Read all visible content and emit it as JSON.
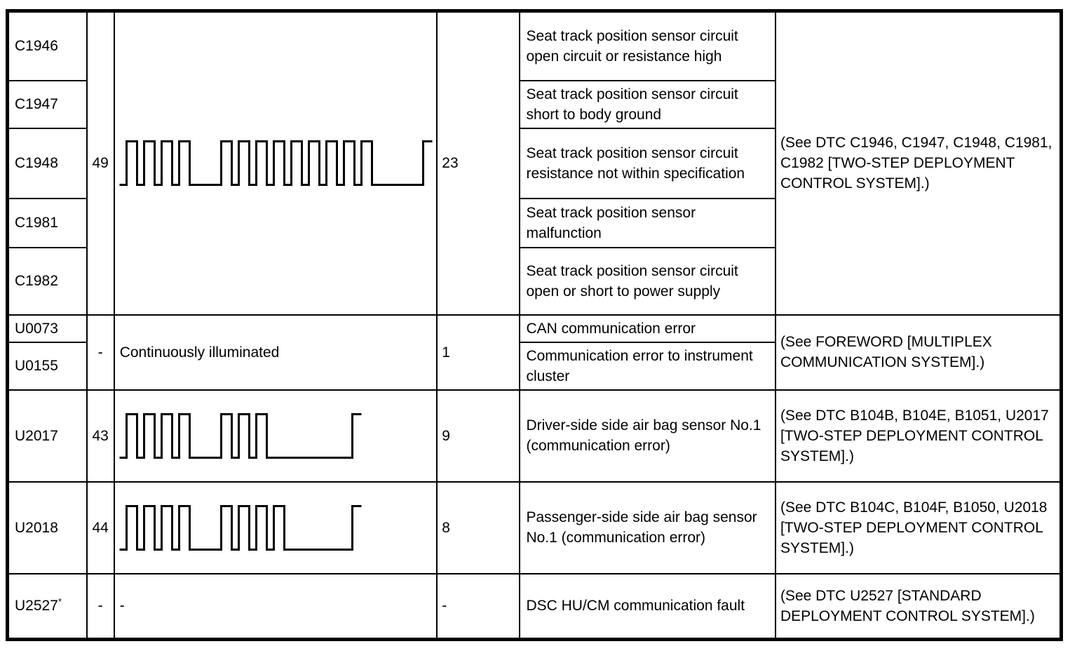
{
  "document": {
    "kind": "service-manual-dtc-table",
    "line_color": "#000000",
    "background_color": "#ffffff"
  },
  "table": {
    "column_semantics": [
      "dtc-code",
      "flash-code-number",
      "warning-light-flash-pattern",
      "beep-count",
      "malfunction-description",
      "reference"
    ],
    "groups": [
      {
        "flash_code": "49",
        "pattern": {
          "kind": "waveform",
          "pulse_groups": [
            4,
            9
          ],
          "tail": 73
        },
        "count": "23",
        "reference": "(See DTC C1946, C1947, C1948, C1981, C1982 [TWO-STEP DEPLOYMENT CONTROL SYSTEM].)",
        "rows": [
          {
            "code": "C1946",
            "description": "Seat track position sensor circuit open circuit or resistance high"
          },
          {
            "code": "C1947",
            "description": "Seat track position sensor circuit short to body ground"
          },
          {
            "code": "C1948",
            "description": "Seat track position sensor circuit resistance not within specification"
          },
          {
            "code": "C1981",
            "description": "Seat track position sensor malfunction"
          },
          {
            "code": "C1982",
            "description": "Seat track position sensor circuit open or short to power supply"
          }
        ]
      },
      {
        "flash_code": "-",
        "pattern": {
          "kind": "text",
          "label": "Continuously illuminated"
        },
        "count": "1",
        "reference": "(See FOREWORD [MULTIPLEX COMMUNICATION SYSTEM].)",
        "rows": [
          {
            "code": "U0073",
            "description": "CAN communication error"
          },
          {
            "code": "U0155",
            "description": "Communication error to instrument cluster"
          }
        ]
      },
      {
        "flash_code": "43",
        "pattern": {
          "kind": "waveform",
          "pulse_groups": [
            4,
            3
          ],
          "tail": 122
        },
        "count": "9",
        "reference": "(See DTC B104B, B104E, B1051, U2017 [TWO-STEP DEPLOYMENT CONTROL SYSTEM].)",
        "rows": [
          {
            "code": "U2017",
            "description": "Driver-side side air bag sensor No.1 (communication error)"
          }
        ]
      },
      {
        "flash_code": "44",
        "pattern": {
          "kind": "waveform",
          "pulse_groups": [
            4,
            4
          ],
          "tail": 97
        },
        "count": "8",
        "reference": "(See DTC B104C, B104F, B1050, U2018 [TWO-STEP DEPLOYMENT CONTROL SYSTEM].)",
        "rows": [
          {
            "code": "U2018",
            "description": "Passenger-side side air bag sensor No.1 (communication error)"
          }
        ]
      },
      {
        "flash_code": "-",
        "pattern": {
          "kind": "dash",
          "label": "-"
        },
        "count": "-",
        "reference": "(See DTC U2527 [STANDARD DEPLOYMENT CONTROL SYSTEM].)",
        "rows": [
          {
            "code": "U2527",
            "code_suffix": "*",
            "description": "DSC HU/CM communication fault"
          }
        ]
      }
    ]
  }
}
